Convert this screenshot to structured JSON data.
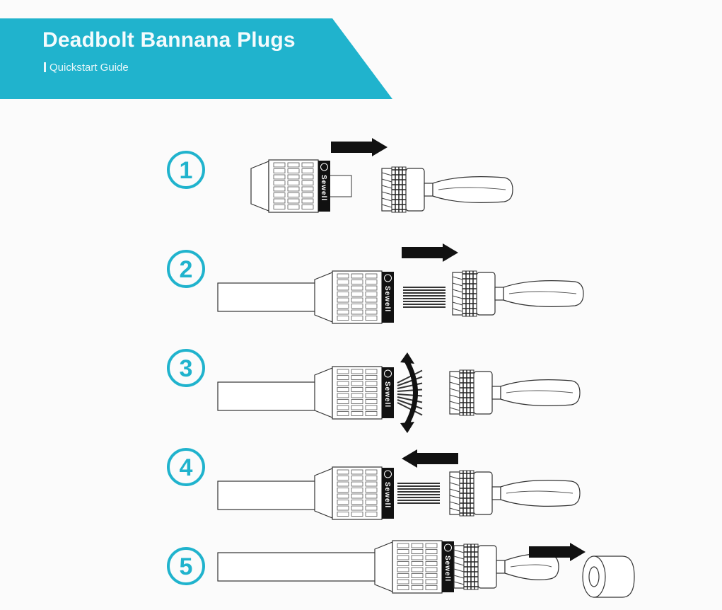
{
  "header": {
    "title": "Deadbolt Bannana Plugs",
    "subtitle": "Quickstart Guide"
  },
  "brand": "Sewell",
  "accent_color": "#20b3cd",
  "steps": [
    {
      "number": "1",
      "action": "unscrew"
    },
    {
      "number": "2",
      "action": "insert-wire"
    },
    {
      "number": "3",
      "action": "fan-wire"
    },
    {
      "number": "4",
      "action": "screw-together"
    },
    {
      "number": "5",
      "action": "cap"
    }
  ]
}
